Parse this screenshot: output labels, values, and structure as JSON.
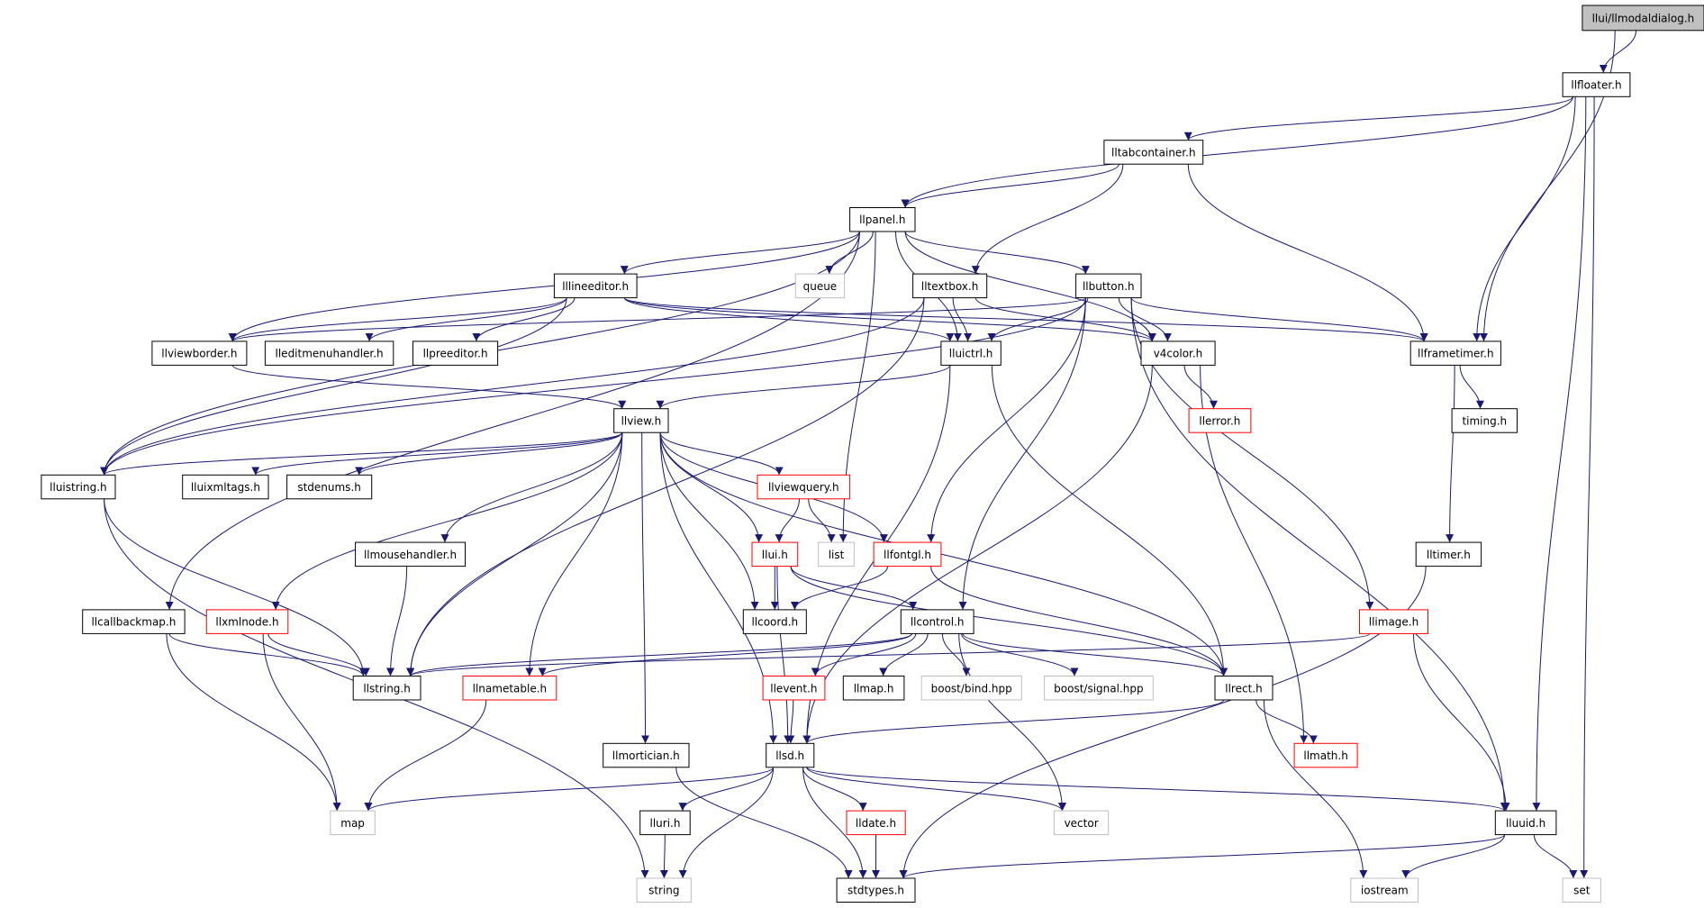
{
  "colors": {
    "edge": "#191970",
    "border_normal": "#000000",
    "border_missing": "#bfbfbf",
    "border_truncated": "#ff0000",
    "root_fill": "#c0c0c0",
    "fill": "#ffffff"
  },
  "nodes": [
    {
      "id": "llmodaldialog",
      "label": "llui/llmodaldialog.h",
      "kind": "root"
    },
    {
      "id": "llfloater",
      "label": "llfloater.h",
      "kind": "normal"
    },
    {
      "id": "lltabcontainer",
      "label": "lltabcontainer.h",
      "kind": "normal"
    },
    {
      "id": "llpanel",
      "label": "llpanel.h",
      "kind": "normal"
    },
    {
      "id": "queue",
      "label": "queue",
      "kind": "missing"
    },
    {
      "id": "lllineeditor",
      "label": "lllineeditor.h",
      "kind": "normal"
    },
    {
      "id": "lltextbox",
      "label": "lltextbox.h",
      "kind": "normal"
    },
    {
      "id": "llbutton",
      "label": "llbutton.h",
      "kind": "normal"
    },
    {
      "id": "llviewborder",
      "label": "llviewborder.h",
      "kind": "normal"
    },
    {
      "id": "lleditmenuhandler",
      "label": "lleditmenuhandler.h",
      "kind": "normal"
    },
    {
      "id": "llpreeditor",
      "label": "llpreeditor.h",
      "kind": "normal"
    },
    {
      "id": "lluictrl",
      "label": "lluictrl.h",
      "kind": "normal"
    },
    {
      "id": "v4color",
      "label": "v4color.h",
      "kind": "normal"
    },
    {
      "id": "llframetimer",
      "label": "llframetimer.h",
      "kind": "normal"
    },
    {
      "id": "llerror",
      "label": "llerror.h",
      "kind": "truncated"
    },
    {
      "id": "timing",
      "label": "timing.h",
      "kind": "normal"
    },
    {
      "id": "llview",
      "label": "llview.h",
      "kind": "normal"
    },
    {
      "id": "lluistring",
      "label": "lluistring.h",
      "kind": "normal"
    },
    {
      "id": "lluixmltags",
      "label": "lluixmltags.h",
      "kind": "normal"
    },
    {
      "id": "stdenums",
      "label": "stdenums.h",
      "kind": "normal"
    },
    {
      "id": "llviewquery",
      "label": "llviewquery.h",
      "kind": "truncated"
    },
    {
      "id": "llmousehandler",
      "label": "llmousehandler.h",
      "kind": "normal"
    },
    {
      "id": "list",
      "label": "list",
      "kind": "missing"
    },
    {
      "id": "llui",
      "label": "llui.h",
      "kind": "truncated"
    },
    {
      "id": "llfontgl",
      "label": "llfontgl.h",
      "kind": "truncated"
    },
    {
      "id": "lltimer",
      "label": "lltimer.h",
      "kind": "normal"
    },
    {
      "id": "llcallbackmap",
      "label": "llcallbackmap.h",
      "kind": "normal"
    },
    {
      "id": "llxmlnode",
      "label": "llxmlnode.h",
      "kind": "truncated"
    },
    {
      "id": "llcoord",
      "label": "llcoord.h",
      "kind": "normal"
    },
    {
      "id": "llcontrol",
      "label": "llcontrol.h",
      "kind": "normal"
    },
    {
      "id": "llimage",
      "label": "llimage.h",
      "kind": "truncated"
    },
    {
      "id": "llstring",
      "label": "llstring.h",
      "kind": "normal"
    },
    {
      "id": "llnametable",
      "label": "llnametable.h",
      "kind": "truncated"
    },
    {
      "id": "llevent",
      "label": "llevent.h",
      "kind": "truncated"
    },
    {
      "id": "llmap",
      "label": "llmap.h",
      "kind": "normal"
    },
    {
      "id": "boostbind",
      "label": "boost/bind.hpp",
      "kind": "missing"
    },
    {
      "id": "boostsignal",
      "label": "boost/signal.hpp",
      "kind": "missing"
    },
    {
      "id": "llrect",
      "label": "llrect.h",
      "kind": "normal"
    },
    {
      "id": "llmortician",
      "label": "llmortician.h",
      "kind": "normal"
    },
    {
      "id": "llsd",
      "label": "llsd.h",
      "kind": "normal"
    },
    {
      "id": "llmath",
      "label": "llmath.h",
      "kind": "truncated"
    },
    {
      "id": "map",
      "label": "map",
      "kind": "missing"
    },
    {
      "id": "lluri",
      "label": "lluri.h",
      "kind": "normal"
    },
    {
      "id": "lldate",
      "label": "lldate.h",
      "kind": "truncated"
    },
    {
      "id": "vector",
      "label": "vector",
      "kind": "missing"
    },
    {
      "id": "lluuid",
      "label": "lluuid.h",
      "kind": "normal"
    },
    {
      "id": "string",
      "label": "string",
      "kind": "missing"
    },
    {
      "id": "stdtypes",
      "label": "stdtypes.h",
      "kind": "normal"
    },
    {
      "id": "iostream",
      "label": "iostream",
      "kind": "missing"
    },
    {
      "id": "set",
      "label": "set",
      "kind": "missing"
    }
  ],
  "edges": [
    [
      "llmodaldialog",
      "llfloater"
    ],
    [
      "llmodaldialog",
      "llframetimer"
    ],
    [
      "llfloater",
      "lltabcontainer"
    ],
    [
      "llfloater",
      "llpanel"
    ],
    [
      "llfloater",
      "llframetimer"
    ],
    [
      "llfloater",
      "lluuid"
    ],
    [
      "llfloater",
      "set"
    ],
    [
      "lltabcontainer",
      "llpanel"
    ],
    [
      "lltabcontainer",
      "lltextbox"
    ],
    [
      "lltabcontainer",
      "llframetimer"
    ],
    [
      "llpanel",
      "queue"
    ],
    [
      "llpanel",
      "lllineeditor"
    ],
    [
      "llpanel",
      "llbutton"
    ],
    [
      "llpanel",
      "llviewborder"
    ],
    [
      "llpanel",
      "lluictrl"
    ],
    [
      "llpanel",
      "v4color"
    ],
    [
      "llpanel",
      "lluistring"
    ],
    [
      "llpanel",
      "list"
    ],
    [
      "llpanel",
      "llcallbackmap"
    ],
    [
      "lllineeditor",
      "llviewborder"
    ],
    [
      "lllineeditor",
      "lleditmenuhandler"
    ],
    [
      "lllineeditor",
      "llpreeditor"
    ],
    [
      "lllineeditor",
      "lluictrl"
    ],
    [
      "lllineeditor",
      "v4color"
    ],
    [
      "lllineeditor",
      "llframetimer"
    ],
    [
      "lllineeditor",
      "lluistring"
    ],
    [
      "lltextbox",
      "lluictrl"
    ],
    [
      "lltextbox",
      "v4color"
    ],
    [
      "lltextbox",
      "lluistring"
    ],
    [
      "lltextbox",
      "llstring"
    ],
    [
      "llbutton",
      "lluictrl"
    ],
    [
      "llbutton",
      "v4color"
    ],
    [
      "llbutton",
      "llframetimer"
    ],
    [
      "llbutton",
      "llfontgl"
    ],
    [
      "llbutton",
      "llcontrol"
    ],
    [
      "llbutton",
      "llimage"
    ],
    [
      "llbutton",
      "lluuid"
    ],
    [
      "llbutton",
      "llviewborder"
    ],
    [
      "llbutton",
      "lluistring"
    ],
    [
      "llviewborder",
      "llview"
    ],
    [
      "lluictrl",
      "llview"
    ],
    [
      "lluictrl",
      "llrect"
    ],
    [
      "lluictrl",
      "llsd"
    ],
    [
      "v4color",
      "llerror"
    ],
    [
      "v4color",
      "llmath"
    ],
    [
      "v4color",
      "llsd"
    ],
    [
      "llframetimer",
      "timing"
    ],
    [
      "llframetimer",
      "lltimer"
    ],
    [
      "llview",
      "lluistring"
    ],
    [
      "llview",
      "lluixmltags"
    ],
    [
      "llview",
      "stdenums"
    ],
    [
      "llview",
      "llviewquery"
    ],
    [
      "llview",
      "llmousehandler"
    ],
    [
      "llview",
      "llui"
    ],
    [
      "llview",
      "llfontgl"
    ],
    [
      "llview",
      "llxmlnode"
    ],
    [
      "llview",
      "llcoord"
    ],
    [
      "llview",
      "llstring"
    ],
    [
      "llview",
      "llnametable"
    ],
    [
      "llview",
      "llrect"
    ],
    [
      "llview",
      "llmortician"
    ],
    [
      "llview",
      "llsd"
    ],
    [
      "lluistring",
      "llstring"
    ],
    [
      "lluistring",
      "string"
    ],
    [
      "llviewquery",
      "llui"
    ],
    [
      "llviewquery",
      "list"
    ],
    [
      "llmousehandler",
      "llstring"
    ],
    [
      "llui",
      "llcoord"
    ],
    [
      "llui",
      "llcontrol"
    ],
    [
      "llui",
      "llrect"
    ],
    [
      "llui",
      "llsd"
    ],
    [
      "llfontgl",
      "llcoord"
    ],
    [
      "llfontgl",
      "llrect"
    ],
    [
      "lltimer",
      "stdtypes"
    ],
    [
      "llcallbackmap",
      "llstring"
    ],
    [
      "llcallbackmap",
      "map"
    ],
    [
      "llxmlnode",
      "llstring"
    ],
    [
      "llxmlnode",
      "map"
    ],
    [
      "llcontrol",
      "llstring"
    ],
    [
      "llcontrol",
      "llnametable"
    ],
    [
      "llcontrol",
      "llevent"
    ],
    [
      "llcontrol",
      "llmap"
    ],
    [
      "llcontrol",
      "boostbind"
    ],
    [
      "llcontrol",
      "boostsignal"
    ],
    [
      "llcontrol",
      "llrect"
    ],
    [
      "llcontrol",
      "vector"
    ],
    [
      "llimage",
      "llstring"
    ],
    [
      "llimage",
      "lluuid"
    ],
    [
      "llnametable",
      "map"
    ],
    [
      "llevent",
      "llsd"
    ],
    [
      "llrect",
      "llsd"
    ],
    [
      "llrect",
      "llmath"
    ],
    [
      "llrect",
      "iostream"
    ],
    [
      "llmortician",
      "stdtypes"
    ],
    [
      "llsd",
      "map"
    ],
    [
      "llsd",
      "lluri"
    ],
    [
      "llsd",
      "lldate"
    ],
    [
      "llsd",
      "vector"
    ],
    [
      "llsd",
      "lluuid"
    ],
    [
      "llsd",
      "string"
    ],
    [
      "llsd",
      "stdtypes"
    ],
    [
      "lluri",
      "string"
    ],
    [
      "lldate",
      "stdtypes"
    ],
    [
      "lluuid",
      "stdtypes"
    ],
    [
      "lluuid",
      "iostream"
    ],
    [
      "lluuid",
      "set"
    ]
  ]
}
